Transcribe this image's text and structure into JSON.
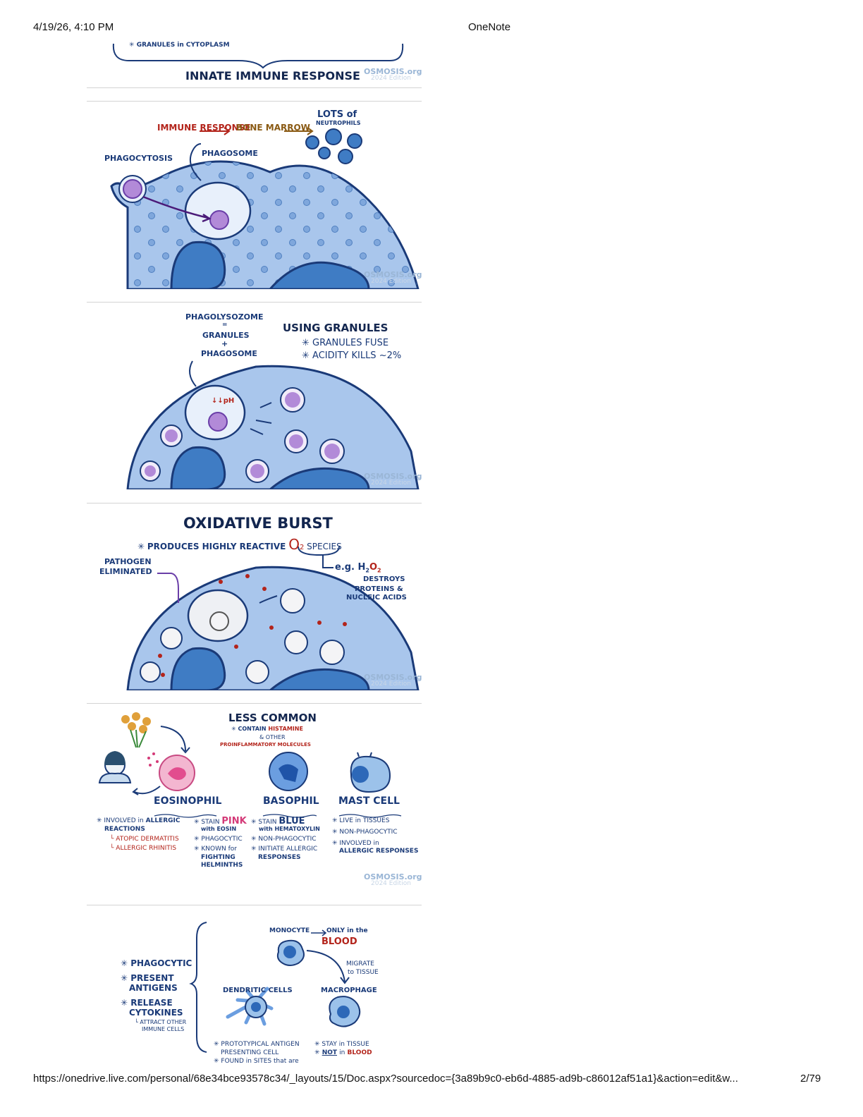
{
  "header": {
    "datetime": "4/19/26, 4:10 PM",
    "app": "OneNote"
  },
  "footer": {
    "url": "https://onedrive.live.com/personal/68e34bce93578c34/_layouts/15/Doc.aspx?sourcedoc={3a89b9c0-eb6d-4885-ad9b-c86012af51a1}&action=edit&w...",
    "page": "2/79"
  },
  "logo": {
    "text": "OSMOSIS.org",
    "edition": "2024 Edition"
  },
  "panel1": {
    "bullet": "GRANULES in CYTOPLASM",
    "title": "INNATE IMMUNE RESPONSE"
  },
  "panel2": {
    "immune_response": "IMMUNE RESPONSE",
    "bone_marrow": "BONE MARROW",
    "lots_of": "LOTS of",
    "neutrophils": "NEUTROPHILS",
    "phagocytosis": "PHAGOCYTOSIS",
    "phagosome": "PHAGOSOME"
  },
  "panel3": {
    "phagolysozome": "PHAGOLYSOZOME",
    "equals": "=",
    "granules": "GRANULES",
    "plus": "+",
    "phagosome": "PHAGOSOME",
    "using_granules": "USING GRANULES",
    "fuse": "GRANULES FUSE",
    "acidity": "ACIDITY KILLS ~2%",
    "ph": "↓↓pH"
  },
  "panel4": {
    "title": "OXIDATIVE BURST",
    "produces": "PRODUCES HIGHLY REACTIVE",
    "o2": "O",
    "o2_sub": "2",
    "species": "SPECIES",
    "eg": "e.g. H",
    "eg_2": "2",
    "eg_o": "O",
    "eg_2b": "2",
    "destroys": "DESTROYS",
    "proteins": "PROTEINS &",
    "nucleic": "NUCLEIC ACIDS",
    "pathogen": "PATHOGEN",
    "eliminated": "ELIMINATED"
  },
  "panel5": {
    "less_common": "LESS COMMON",
    "contain": "CONTAIN",
    "histamine": "HISTAMINE",
    "and_other": "& OTHER",
    "proinflammatory": "PROINFLAMMATORY MOLECULES",
    "eosinophil": {
      "name": "EOSINOPHIL",
      "l1a": "INVOLVED in",
      "l1b": "ALLERGIC",
      "l2": "REACTIONS",
      "l3": "ATOPIC DERMATITIS",
      "l4": "ALLERGIC RHINITIS",
      "s1a": "STAIN",
      "s1b": "PINK",
      "s2": "with EOSIN",
      "s3": "PHAGOCYTIC",
      "s4": "KNOWN for",
      "s5": "FIGHTING",
      "s6": "HELMINTHS"
    },
    "basophil": {
      "name": "BASOPHIL",
      "s1a": "STAIN",
      "s1b": "BLUE",
      "s2": "with HEMATOXYLIN",
      "s3": "NON-PHAGOCYTIC",
      "s4": "INITIATE ALLERGIC",
      "s5": "RESPONSES"
    },
    "mast": {
      "name": "MAST CELL",
      "s1": "LIVE in TISSUES",
      "s2": "NON-PHAGOCYTIC",
      "s3": "INVOLVED in",
      "s4": "ALLERGIC RESPONSES"
    }
  },
  "panel6": {
    "b1": "PHAGOCYTIC",
    "b2a": "PRESENT",
    "b2b": "ANTIGENS",
    "b3a": "RELEASE",
    "b3b": "CYTOKINES",
    "b3c": "ATTRACT OTHER",
    "b3d": "IMMUNE CELLS",
    "monocyte": "MONOCYTE",
    "only": "ONLY in the",
    "blood": "BLOOD",
    "migrate": "MIGRATE",
    "to_tissue": "to TISSUE",
    "dendritic": "DENDRITIC CELLS",
    "macrophage": "MACROPHAGE",
    "d1": "PROTOTYPICAL ANTIGEN",
    "d2": "PRESENTING CELL",
    "d3": "FOUND in SITES that are",
    "m1": "STAY in TISSUE",
    "m2a": "NOT",
    "m2b": "in",
    "m2c": "BLOOD"
  },
  "colors": {
    "cell_fill": "#a9c6ec",
    "nucleus": "#3f7cc4",
    "ink": "#1a3a78",
    "accent_red": "#b3241b",
    "pathogen": "#b28ad8"
  }
}
